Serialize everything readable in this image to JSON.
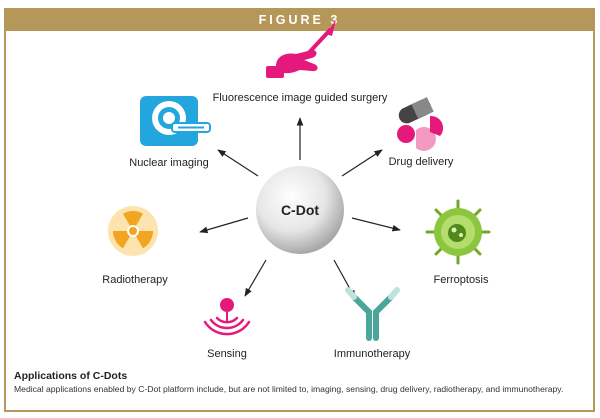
{
  "figure_label": "FIGURE 3",
  "center_label": "C-Dot",
  "applications": [
    {
      "id": "surgery",
      "label": "Fluorescence image guided surgery",
      "icon": "scalpel-hand-icon"
    },
    {
      "id": "nuclear",
      "label": "Nuclear imaging",
      "icon": "scanner-icon"
    },
    {
      "id": "drug",
      "label": "Drug delivery",
      "icon": "pills-icon"
    },
    {
      "id": "radio",
      "label": "Radiotherapy",
      "icon": "radiation-icon"
    },
    {
      "id": "ferro",
      "label": "Ferroptosis",
      "icon": "cell-icon"
    },
    {
      "id": "sensing",
      "label": "Sensing",
      "icon": "signal-icon"
    },
    {
      "id": "immuno",
      "label": "Immunotherapy",
      "icon": "antibody-icon"
    }
  ],
  "caption": {
    "title": "Applications of C-Dots",
    "text": "Medical applications enabled by C-Dot platform include, but are not limited to, imaging, sensing, drug delivery, radiotherapy, and immunotherapy."
  },
  "colors": {
    "border": "#b5975a",
    "magenta": "#e5197b",
    "cyan": "#23a6dd",
    "orange": "#f2a51e",
    "green": "#8cc63f",
    "teal": "#4aa59a"
  }
}
